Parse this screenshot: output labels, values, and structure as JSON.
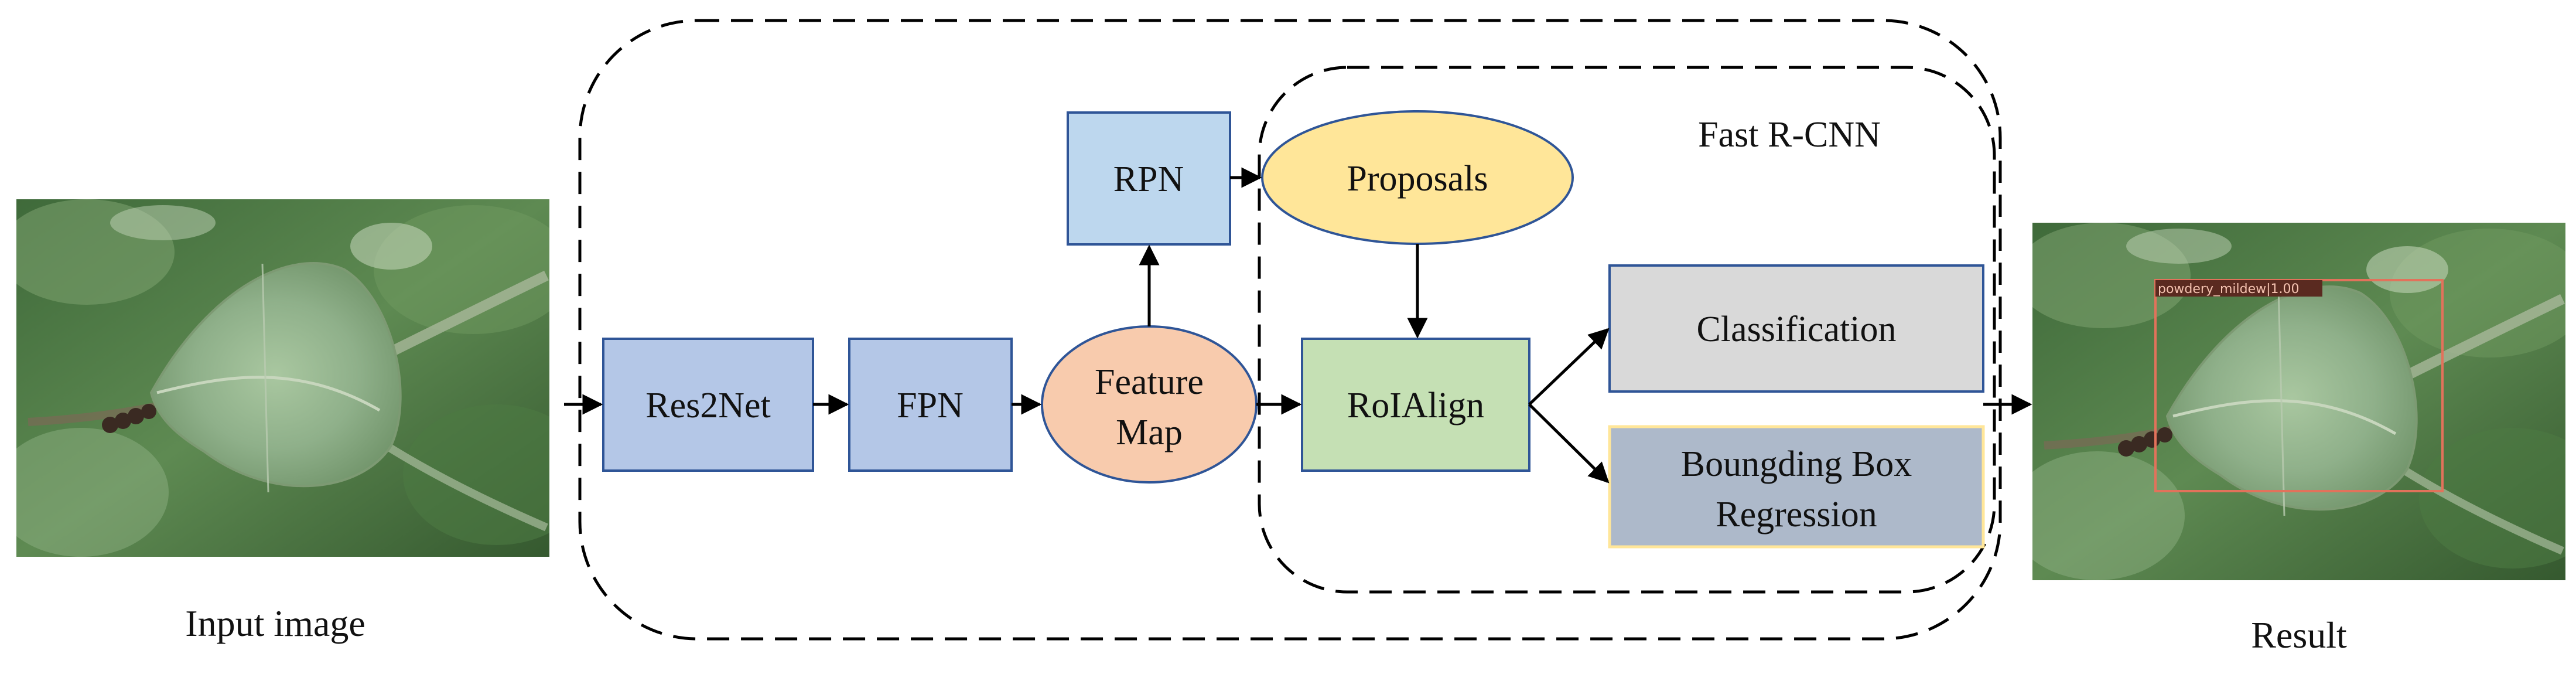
{
  "captions": {
    "input": "Input  image",
    "result": "Result",
    "fast_rcnn": "Fast R-CNN"
  },
  "nodes": {
    "res2net": "Res2Net",
    "fpn": "FPN",
    "feature_map_line1": "Feature",
    "feature_map_line2": "Map",
    "rpn": "RPN",
    "proposals": "Proposals",
    "roialign": "RoIAlign",
    "classification": "Classification",
    "bbox_line1": "Boungding Box",
    "bbox_line2": "Regression"
  },
  "detection": {
    "label": "powdery_mildew|1.00"
  },
  "colors": {
    "res2net_fill": "#b4c7e7",
    "fpn_fill": "#b4c7e7",
    "feature_map_fill": "#f8cbad",
    "rpn_fill": "#bdd7ee",
    "proposals_fill": "#ffe699",
    "roialign_fill": "#c5e0b4",
    "classification_fill": "#d9d9d9",
    "bbox_fill": "#adb9ca",
    "box_stroke": "#2f5597",
    "detection_box": "#e2725b"
  }
}
